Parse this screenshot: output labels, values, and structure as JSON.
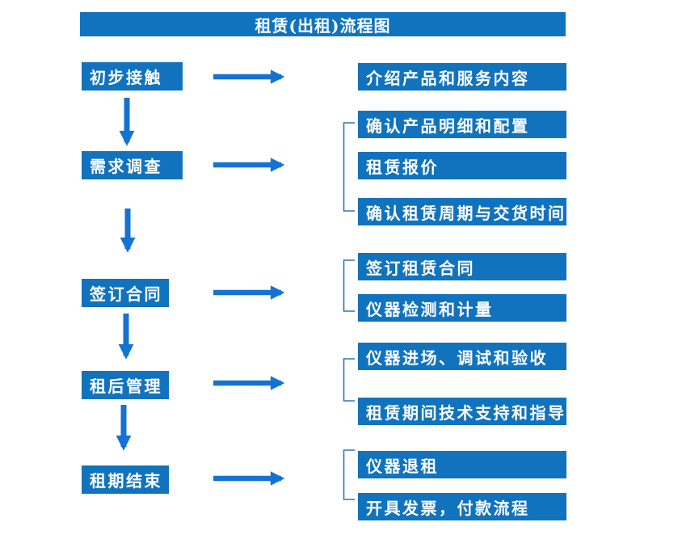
{
  "title": "租赁(出租)流程图",
  "colors": {
    "box_blue": "#1173BE",
    "arrow_blue": "#1473D2",
    "bracket_blue": "#2E75B6",
    "text_white": "#FFFFFF",
    "background": "#FFFFFF"
  },
  "flow": {
    "stages": [
      {
        "step": "初步接触",
        "outputs": [
          "介绍产品和服务内容"
        ]
      },
      {
        "step": "需求调查",
        "outputs": [
          "确认产品明细和配置",
          "租赁报价",
          "确认租赁周期与交货时间"
        ]
      },
      {
        "step": "签订合同",
        "outputs": [
          "签订租赁合同",
          "仪器检测和计量"
        ]
      },
      {
        "step": "租后管理",
        "outputs": [
          "仪器进场、调试和验收",
          "租赁期间技术支持和指导"
        ]
      },
      {
        "step": "租期结束",
        "outputs": [
          "仪器退租",
          "开具发票，付款流程"
        ]
      }
    ]
  }
}
